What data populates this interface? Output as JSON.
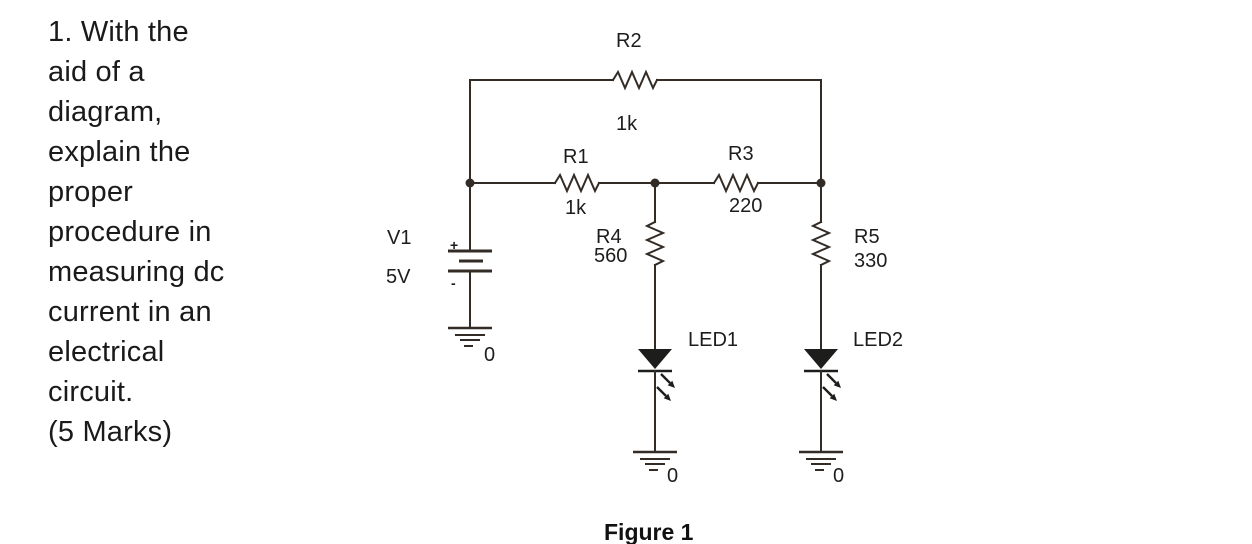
{
  "question": {
    "text": "1. With the\naid of a\ndiagram,\nexplain the\nproper\nprocedure in\nmeasuring dc\ncurrent in an\nelectrical\ncircuit.\n(5 Marks)"
  },
  "figure": {
    "caption": "Figure 1"
  },
  "circuit": {
    "source": {
      "ref": "V1",
      "value": "5V",
      "plus": "+",
      "minus": "-"
    },
    "r1": {
      "ref": "R1",
      "value": "1k"
    },
    "r2": {
      "ref": "R2",
      "value": "1k"
    },
    "r3": {
      "ref": "R3",
      "value": "220"
    },
    "r4": {
      "ref": "R4",
      "value": "560"
    },
    "r5": {
      "ref": "R5",
      "value": "330"
    },
    "led1": {
      "ref": "LED1"
    },
    "led2": {
      "ref": "LED2"
    },
    "ground_battery": {
      "label": "0"
    },
    "ground_led1": {
      "label": "0"
    },
    "ground_led2": {
      "label": "0"
    },
    "colors": {
      "wire": "#332c26",
      "text": "#1d1d1b"
    }
  }
}
